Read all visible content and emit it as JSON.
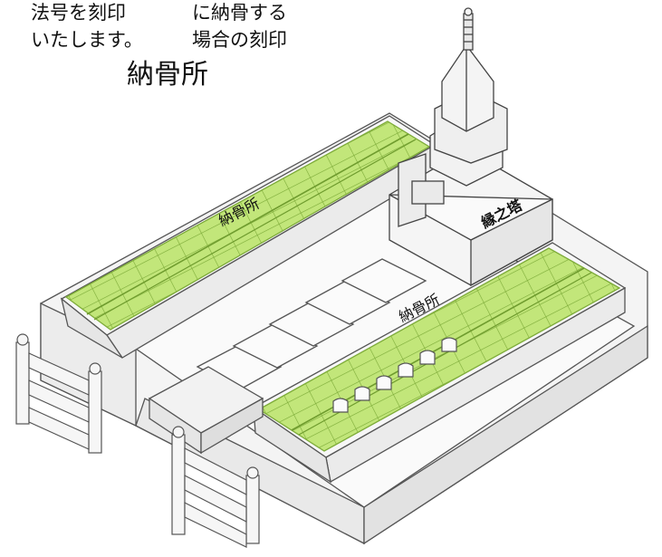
{
  "captions": {
    "left_line1": "法号を刻印",
    "left_line2": "いたします。",
    "right_line1": "に納骨する",
    "right_line2": "場合の刻印",
    "main_title": "納骨所"
  },
  "labels": {
    "left_ossuary": "納骨所",
    "right_ossuary": "納骨所",
    "pagoda": "縁之塔"
  },
  "colors": {
    "ossuary_fill": "#c2e67a",
    "ossuary_grid": "#7dab38",
    "line_art": "#555555",
    "stone": "#f4f4f4"
  },
  "icons": [
    "stone-fence-icon",
    "pagoda-icon",
    "ossuary-grid-icon"
  ]
}
